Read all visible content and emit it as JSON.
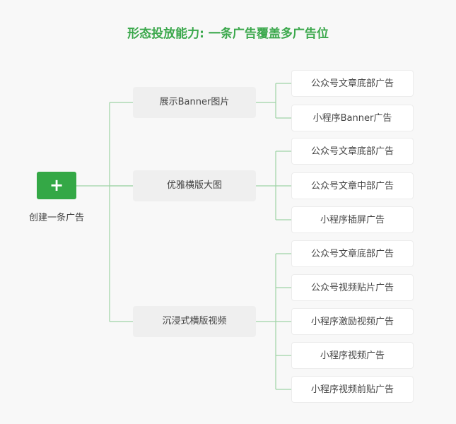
{
  "title": "形态投放能力: 一条广告覆盖多广告位",
  "root": {
    "icon": "+",
    "label": "创建一条广告"
  },
  "branches": [
    {
      "label": "展示Banner图片",
      "leaves": [
        "公众号文章底部广告",
        "小程序Banner广告"
      ]
    },
    {
      "label": "优雅横版大图",
      "leaves": [
        "公众号文章底部广告",
        "公众号文章中部广告",
        "小程序插屏广告"
      ]
    },
    {
      "label": "沉浸式横版视频",
      "leaves": [
        "公众号文章底部广告",
        "公众号视频贴片广告",
        "小程序激励视频广告",
        "小程序视频广告",
        "小程序视频前贴广告"
      ]
    }
  ],
  "colors": {
    "accent": "#34a846",
    "line": "#9fd3a6"
  }
}
